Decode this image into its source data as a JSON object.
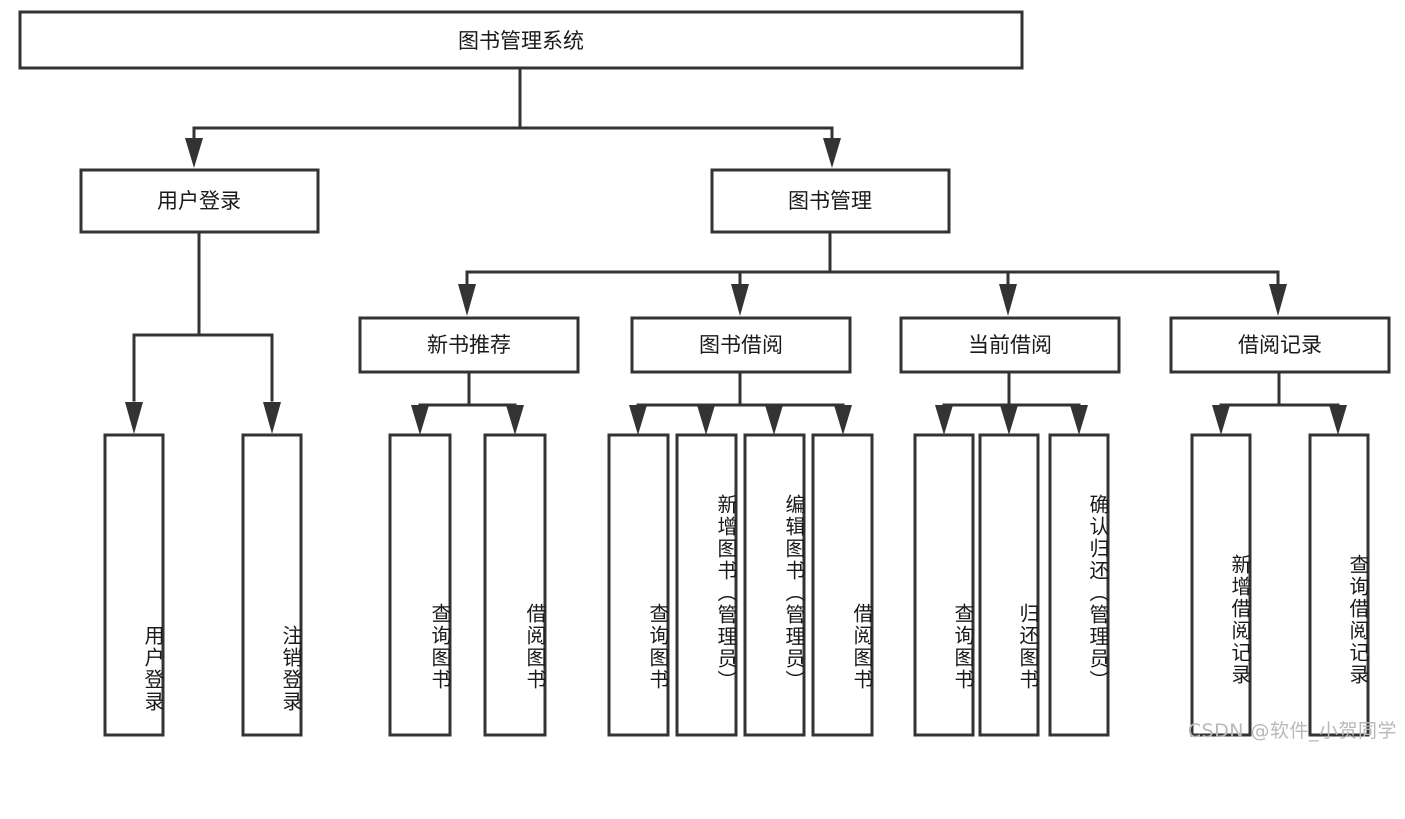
{
  "diagram": {
    "type": "hierarchy-tree",
    "orientation": "top-down",
    "root": {
      "label": "图书管理系统"
    },
    "level2": [
      {
        "label": "用户登录"
      },
      {
        "label": "图书管理"
      }
    ],
    "level3": [
      {
        "label": "新书推荐",
        "parent": "图书管理"
      },
      {
        "label": "图书借阅",
        "parent": "图书管理"
      },
      {
        "label": "当前借阅",
        "parent": "图书管理"
      },
      {
        "label": "借阅记录",
        "parent": "图书管理"
      }
    ],
    "leaves": {
      "user_login": [
        {
          "label": "用户登录"
        },
        {
          "label": "注销登录"
        }
      ],
      "new_book_recommend": [
        {
          "label": "查询图书"
        },
        {
          "label": "借阅图书"
        }
      ],
      "book_borrow": [
        {
          "label": "查询图书"
        },
        {
          "label": "新增图书（管理员）"
        },
        {
          "label": "编辑图书（管理员）"
        },
        {
          "label": "借阅图书"
        }
      ],
      "current_borrow": [
        {
          "label": "查询图书"
        },
        {
          "label": "归还图书"
        },
        {
          "label": "确认归还（管理员）"
        }
      ],
      "borrow_record": [
        {
          "label": "新增借阅记录"
        },
        {
          "label": "查询借阅记录"
        }
      ]
    }
  },
  "colors": {
    "stroke": "#333333",
    "box_fill": "#ffffff",
    "text": "#1a1a1a",
    "background": "#ffffff",
    "watermark": "#b9b9b9"
  },
  "watermark": {
    "text": "CSDN @软件_小贺同学"
  }
}
